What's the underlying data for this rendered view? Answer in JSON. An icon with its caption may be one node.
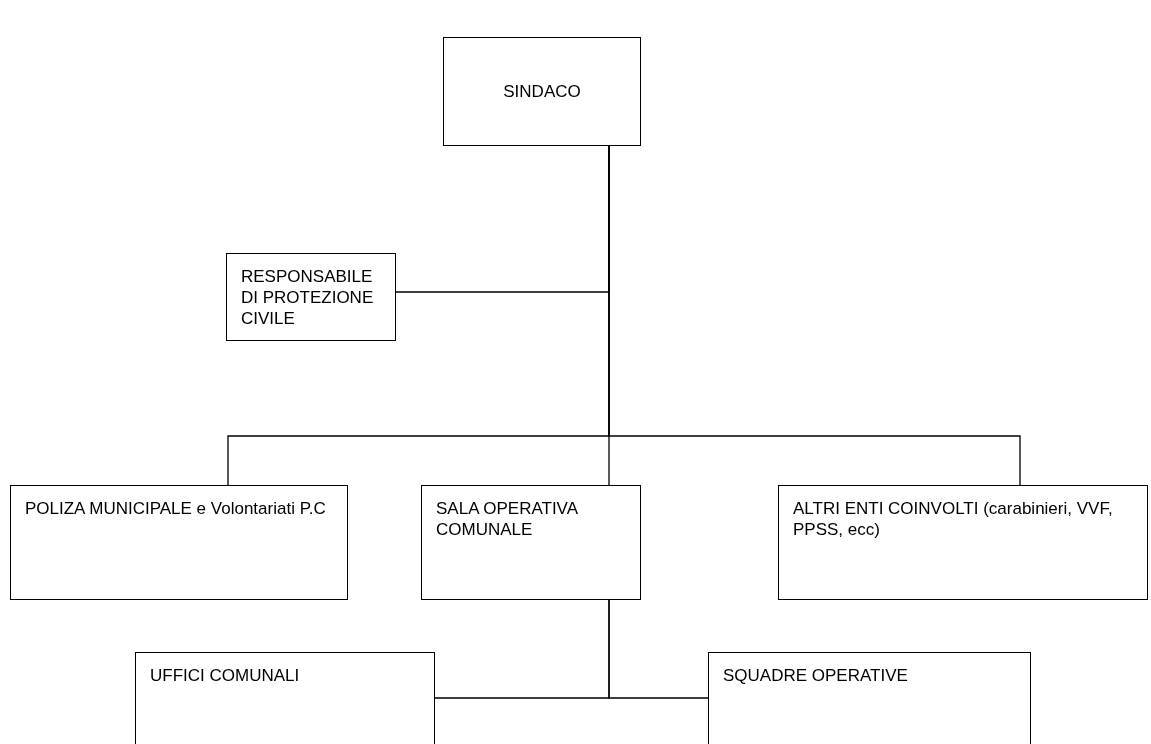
{
  "diagram": {
    "nodes": [
      {
        "text": [
          "SINDACO"
        ]
      },
      {
        "text": [
          "RESPONSABILE DI PROTEZIONE CIVILE"
        ]
      },
      {
        "text": [
          "POLIZA MUNICIPALE e Volontariati P.C"
        ]
      },
      {
        "text": [
          "SALA OPERATIVA COMUNALE"
        ]
      },
      {
        "text": [
          "ALTRI ENTI COINVOLTI (carabinieri, VVF, PPSS, ecc)"
        ]
      },
      {
        "text": [
          "UFFICI COMUNALI"
        ]
      },
      {
        "text": [
          "SQUADRE OPERATIVE"
        ]
      }
    ],
    "edges": [
      {
        "from": 0,
        "to": 1,
        "arrow": "none"
      },
      {
        "from": 0,
        "to": 2,
        "arrow": "none"
      },
      {
        "from": 0,
        "to": 3,
        "arrow": "none"
      },
      {
        "from": 0,
        "to": 4,
        "arrow": "none"
      },
      {
        "from": 3,
        "to": 5,
        "arrow": "none"
      },
      {
        "from": 3,
        "to": 6,
        "arrow": "none"
      }
    ]
  }
}
